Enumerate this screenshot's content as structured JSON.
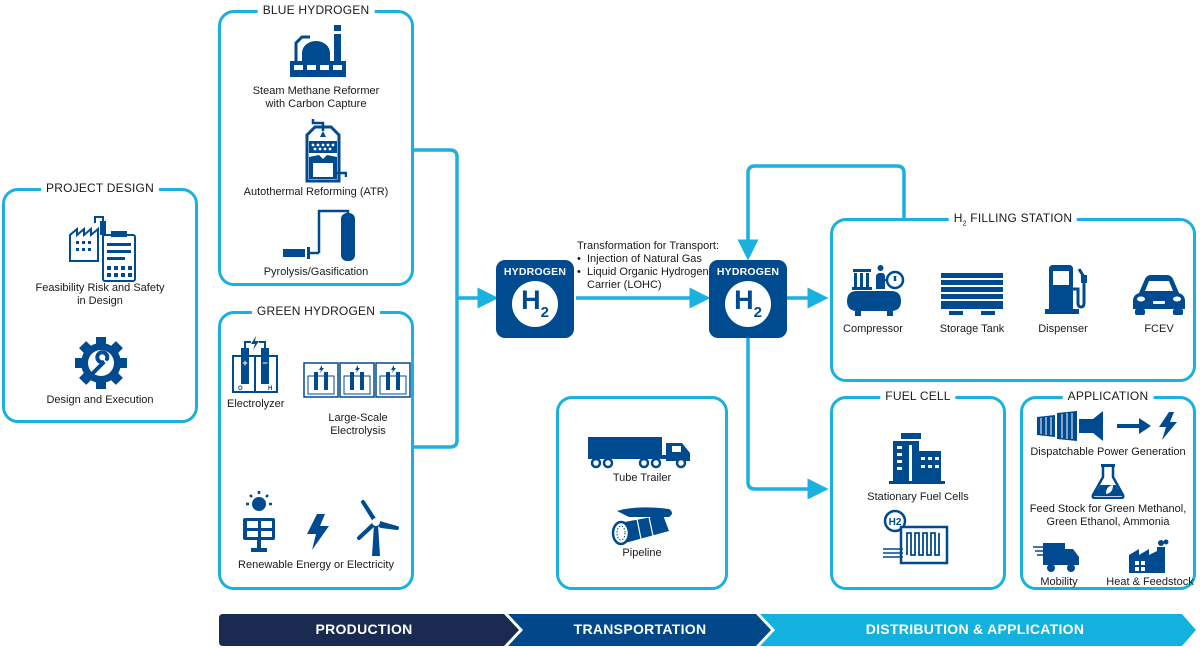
{
  "colors": {
    "accent_cyan": "#1ab0e0",
    "icon_blue": "#004a8f",
    "phase_production": "#1b2a50",
    "phase_transportation": "#00488a",
    "phase_distribution": "#13b2de"
  },
  "project_design": {
    "title": "PROJECT DESIGN",
    "items": [
      {
        "label": "Feasibility Risk and Safety\nin Design",
        "line1": "Feasibility Risk and Safety",
        "line2": "in Design",
        "icon": "factory-calculator-icon"
      },
      {
        "label": "Design and Execution",
        "icon": "gear-wrench-icon"
      }
    ]
  },
  "blue_hydrogen": {
    "title": "BLUE HYDROGEN",
    "items": [
      {
        "line1": "Steam Methane Reformer",
        "line2": "with Carbon Capture",
        "icon": "reformer-plant-icon"
      },
      {
        "label": "Autothermal Reforming (ATR)",
        "icon": "reactor-vessel-icon"
      },
      {
        "label": "Pyrolysis/Gasification",
        "icon": "gasifier-icon"
      }
    ]
  },
  "green_hydrogen": {
    "title": "GREEN HYDROGEN",
    "items": [
      {
        "label": "Electrolyzer",
        "icon": "electrolyzer-icon",
        "o2": "O",
        "h2": "H"
      },
      {
        "line1": "Large-Scale",
        "line2": "Electrolysis",
        "icon": "large-scale-electrolysis-icon"
      },
      {
        "label": "Renewable Energy or Electricity",
        "icons": [
          "solar-panel-icon",
          "lightning-bolt-icon",
          "wind-turbine-icon"
        ]
      }
    ]
  },
  "hydrogen_nodes": [
    {
      "title": "HYDROGEN",
      "symbol": "H",
      "subscript": "2"
    },
    {
      "title": "HYDROGEN",
      "symbol": "H",
      "subscript": "2"
    }
  ],
  "transport_note": {
    "heading": "Transformation for Transport:",
    "bullets": [
      "Injection of Natural Gas",
      "Liquid Organic Hydrogen",
      "Carrier (LOHC)"
    ]
  },
  "transportation": {
    "items": [
      {
        "label": "Tube Trailer",
        "icon": "tube-trailer-truck-icon"
      },
      {
        "label": "Pipeline",
        "icon": "pipeline-icon"
      }
    ]
  },
  "filling_station": {
    "title_prefix": "H",
    "title_sub": "2",
    "title_rest": " FILLING STATION",
    "steps": [
      {
        "label": "Compressor",
        "icon": "compressor-icon"
      },
      {
        "label": "Storage Tank",
        "icon": "storage-tank-icon"
      },
      {
        "label": "Dispenser",
        "icon": "fuel-dispenser-icon"
      },
      {
        "label": "FCEV",
        "icon": "car-icon"
      }
    ]
  },
  "fuel_cell": {
    "title": "FUEL CELL",
    "items": [
      {
        "label": "Stationary Fuel Cells",
        "icon": "building-icon"
      },
      {
        "icon": "fuel-cell-stack-icon",
        "badge": "H2"
      }
    ]
  },
  "application": {
    "title": "APPLICATION",
    "items": [
      {
        "label": "Dispatchable Power Generation",
        "icon": "turbine-to-power-icon"
      },
      {
        "line1": "Feed Stock for Green Methanol,",
        "line2": "Green Ethanol, Ammonia",
        "icon": "flask-leaf-icon"
      },
      {
        "label": "Mobility",
        "icon": "delivery-truck-icon"
      },
      {
        "label": "Heat & Feedstock",
        "icon": "factory-icon"
      }
    ]
  },
  "phases": [
    {
      "label": "PRODUCTION"
    },
    {
      "label": "TRANSPORTATION"
    },
    {
      "label": "DISTRIBUTION & APPLICATION"
    }
  ]
}
